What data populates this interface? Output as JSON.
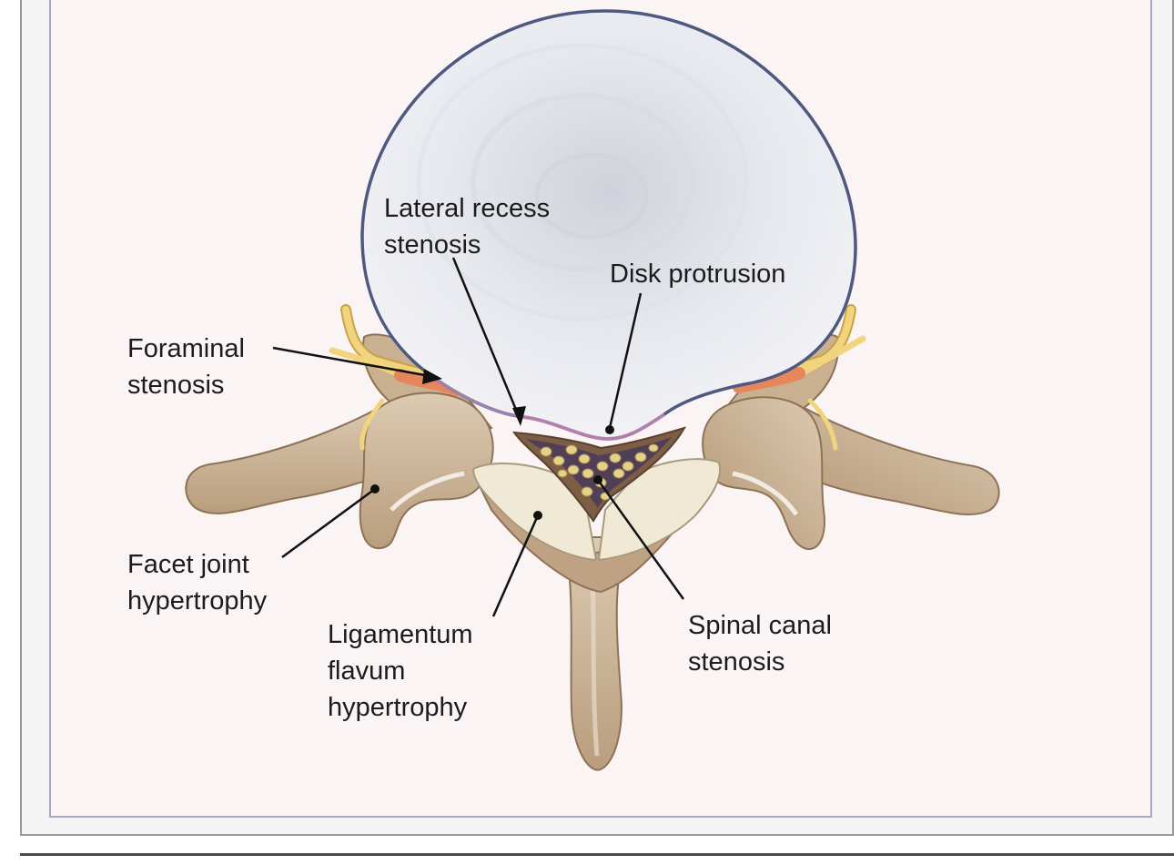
{
  "labels": {
    "lateral_recess": [
      "Lateral recess",
      "stenosis"
    ],
    "disk_protrusion": [
      "Disk protrusion"
    ],
    "foraminal": [
      "Foraminal",
      "stenosis"
    ],
    "facet_joint": [
      "Facet joint",
      "hypertrophy"
    ],
    "ligamentum_flavum": [
      "Ligamentum",
      "flavum",
      "hypertrophy"
    ],
    "spinal_canal": [
      "Spinal canal",
      "stenosis"
    ]
  },
  "colors": {
    "panel_background": "#faf4f5",
    "panel_border": "#a9a8c2",
    "disk_fill": "#e4e6ec",
    "disk_outline": "#4e5880",
    "bone": "#cbb69c",
    "bone_shadow": "#a68a6c",
    "ligament": "#eee9d6",
    "nerve": "#f2d27a",
    "inflamed": "#e98a60",
    "leader_line": "#111111"
  }
}
